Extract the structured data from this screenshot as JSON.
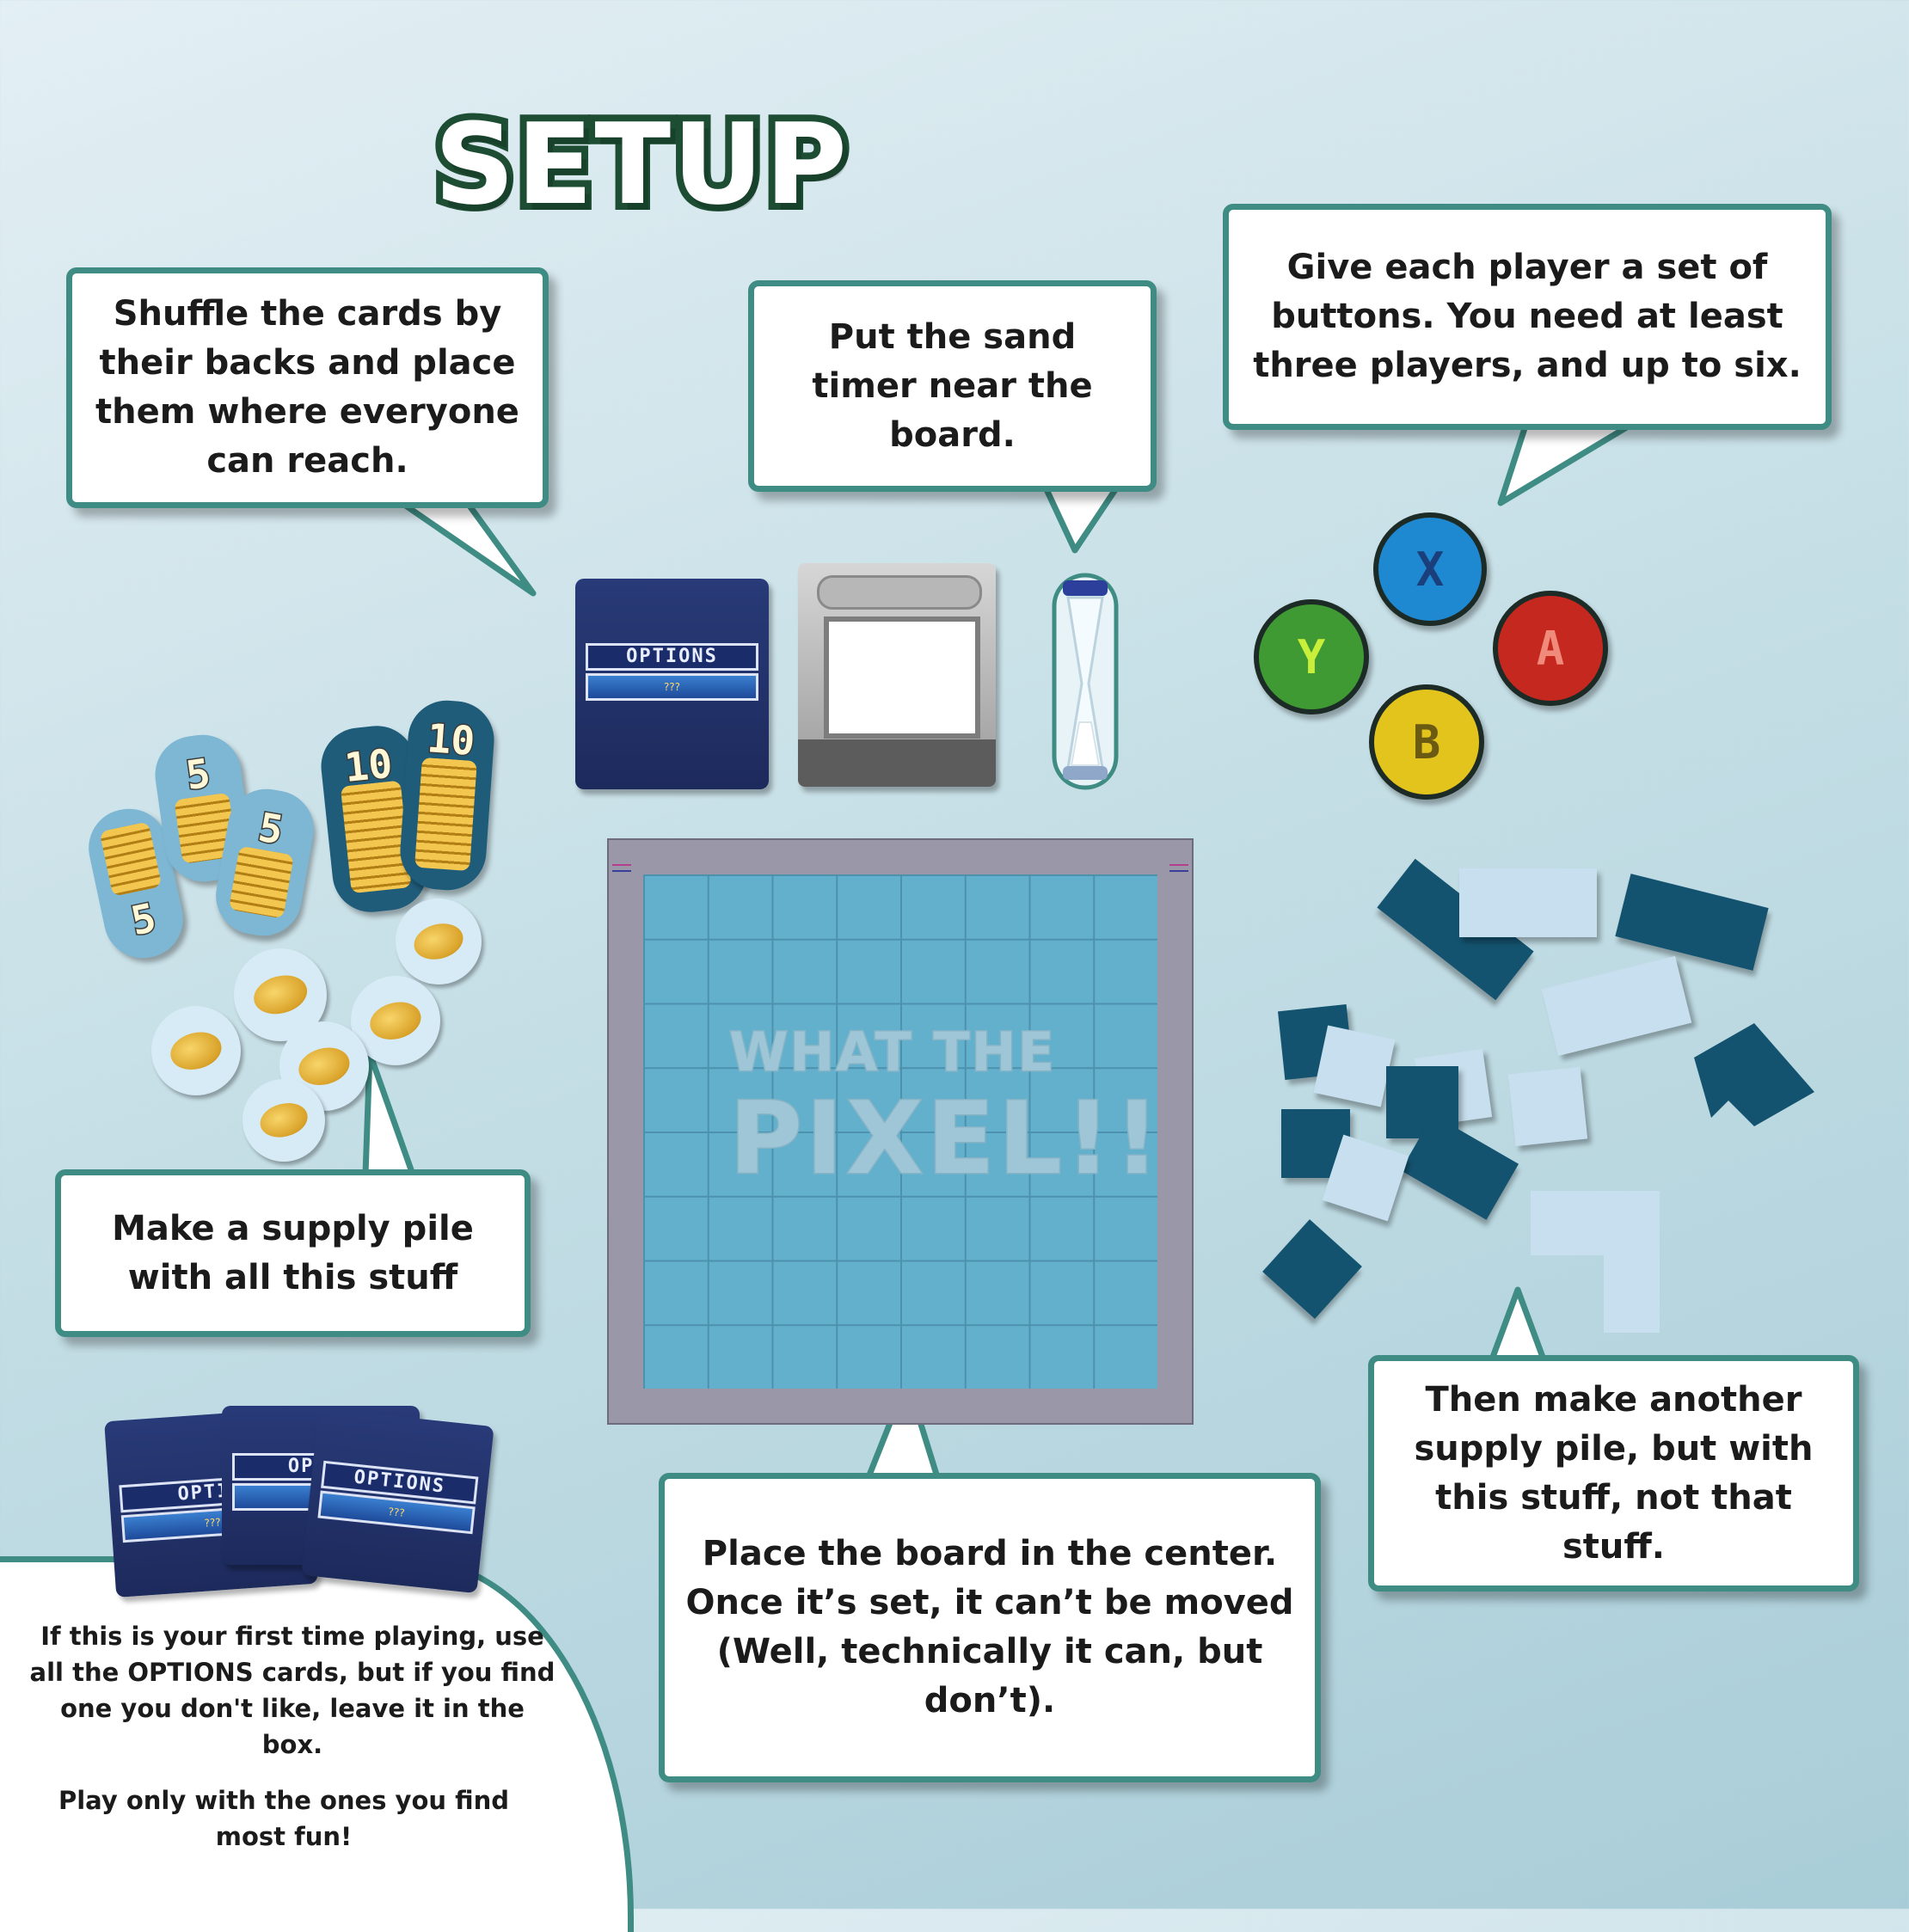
{
  "title": "SETUP",
  "bubbles": {
    "shuffle": "Shuffle the cards by their backs and place them where everyone can reach.",
    "timer": "Put the sand timer near the board.",
    "buttons": "Give each player a set of buttons. You need at least three players, and up to six.",
    "supply": "Make a supply pile with all this stuff",
    "another": "Then make another supply pile, but with this stuff, not that stuff.",
    "board": "Place the board in the center. Once it’s set, it can’t be moved (Well, technically it can, but don’t)."
  },
  "note": {
    "line1": "If this is your first time playing, use all the OPTIONS cards, but if you find one you don't like, leave it in the box.",
    "line2": "Play only with the ones you find most fun!"
  },
  "card": {
    "label": "OPTIONS",
    "bar": "???"
  },
  "fan_cards": [
    {
      "label": "OPTIO",
      "bar": "???"
    },
    {
      "label": "OPTIO",
      "bar": "???"
    },
    {
      "label": "OPTIONS",
      "bar": "???"
    }
  ],
  "stacks": [
    {
      "value": "5",
      "color": "#7eb7d3"
    },
    {
      "value": "5",
      "color": "#7eb7d3"
    },
    {
      "value": "5",
      "color": "#7eb7d3"
    },
    {
      "value": "10",
      "color": "#1f5c7a"
    },
    {
      "value": "10",
      "color": "#1f5c7a"
    }
  ],
  "buttons": [
    {
      "letter": "X",
      "color": "#1e88d0",
      "glyph": "#1b3f7a"
    },
    {
      "letter": "Y",
      "color": "#3f9a34",
      "glyph": "#c9ef3a"
    },
    {
      "letter": "A",
      "color": "#c5281f",
      "glyph": "#f08a7a"
    },
    {
      "letter": "B",
      "color": "#e3c41d",
      "glyph": "#6b5a12"
    }
  ],
  "board_watermark": {
    "line1": "WHAT THE",
    "line2": "PIXEL!!"
  },
  "colors": {
    "teal_border": "#3f8c84",
    "title_outline": "#1d4d33",
    "dark_tile": "#14536f",
    "light_tile": "#c7dfee"
  }
}
